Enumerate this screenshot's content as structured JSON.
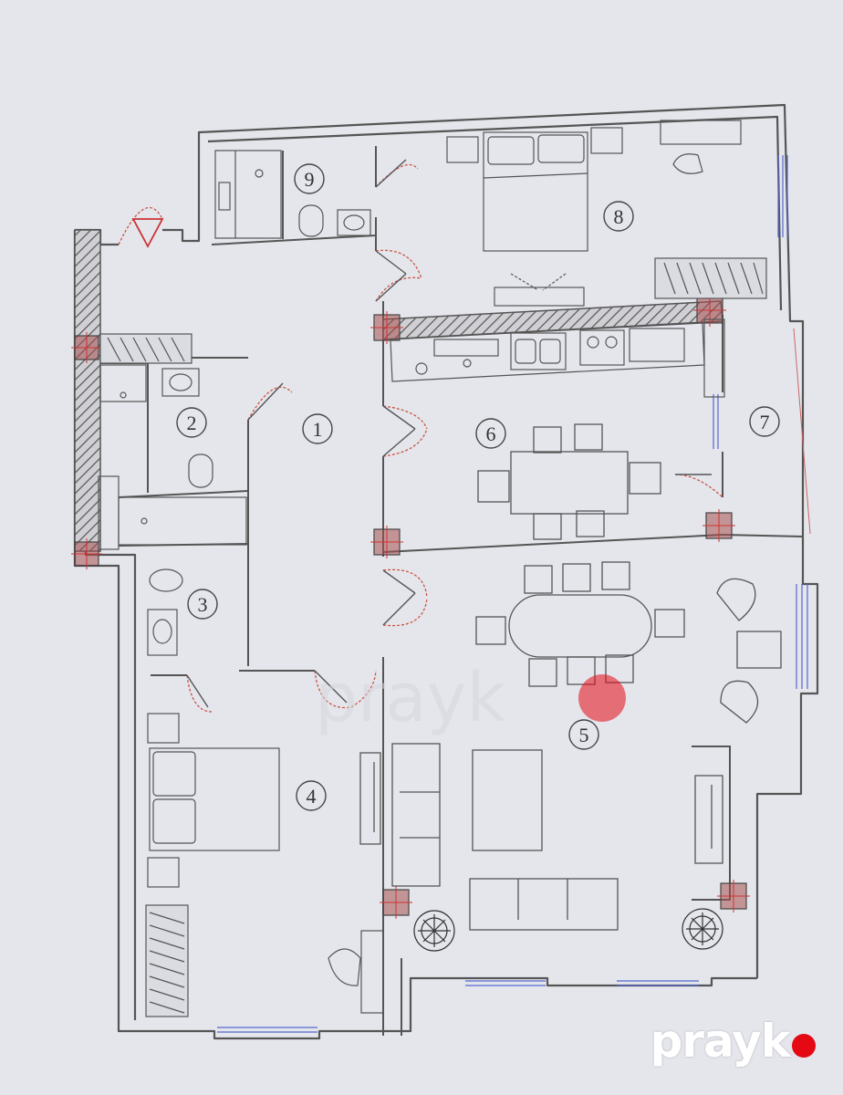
{
  "plan": {
    "rooms": [
      "1",
      "2",
      "3",
      "4",
      "5",
      "6",
      "7",
      "8",
      "9"
    ],
    "watermark": "prayk",
    "logo_text": "prayk",
    "colors": {
      "paper": "#e4e6ec",
      "wall": "#555555",
      "column_fill": "#a85050",
      "window": "#5566cc",
      "door": "#cc5544",
      "accent_dot": "#e50914"
    }
  }
}
